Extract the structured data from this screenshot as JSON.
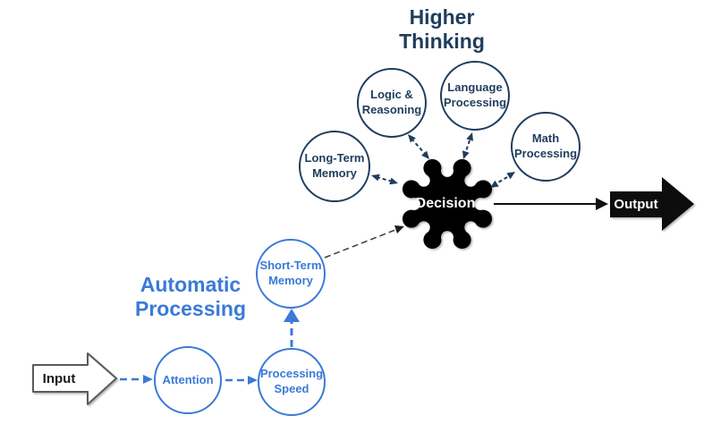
{
  "diagram": {
    "higher_section_title": "Higher\nThinking",
    "automatic_section_title": "Automatic\nProcessing",
    "nodes": {
      "input": "Input",
      "attention": "Attention",
      "processing_speed": "Processing Speed",
      "short_term_memory": "Short-Term Memory",
      "long_term_memory": "Long-Term Memory",
      "logic_reasoning": "Logic & Reasoning",
      "language_processing": "Language Processing",
      "math_processing": "Math Processing",
      "decision": "Decision",
      "output": "Output"
    },
    "colors": {
      "higher_thinking_navy": "#1f3d5c",
      "automatic_processing_blue": "#3b7ad7",
      "decision_gear_black": "#0a0a0a",
      "input_arrow_fill": "#ffffff",
      "input_arrow_outline": "#5a5a5a"
    }
  }
}
